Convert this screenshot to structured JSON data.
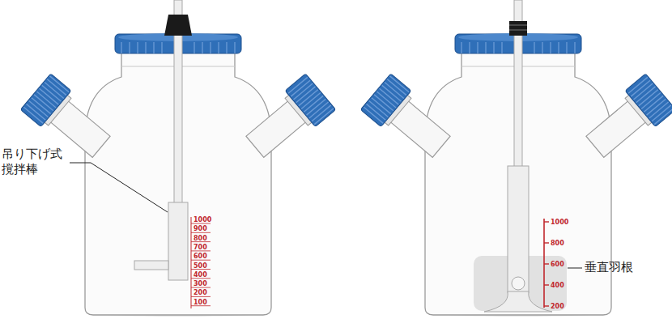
{
  "diagram": {
    "labels": [
      "吊り下げ式 撹拌棒",
      "1000",
      "900",
      "800",
      "700",
      "600",
      "500",
      "400",
      "300",
      "200",
      "100",
      "垂直羽根",
      "1000",
      "800",
      "600",
      "400",
      "200"
    ]
  }
}
